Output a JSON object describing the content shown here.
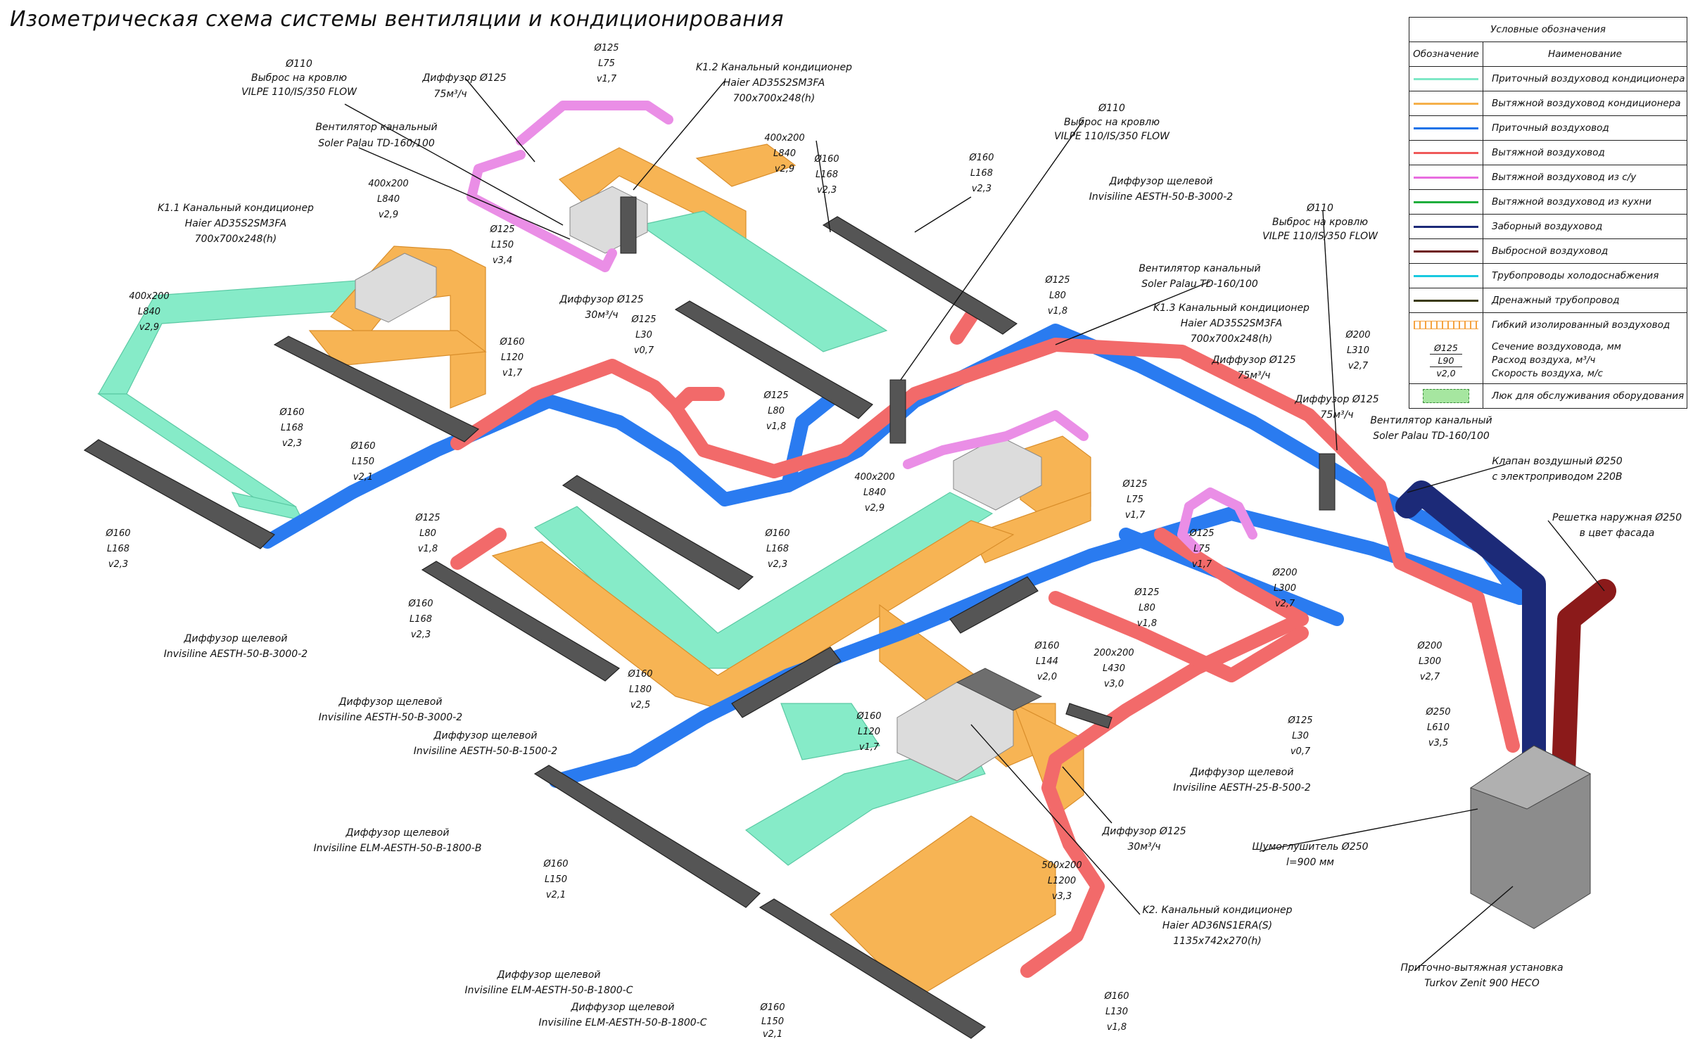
{
  "title": "Изометрическая схема системы вентиляции и кондиционирования",
  "legend": {
    "title": "Условные обозначения",
    "col_symbol": "Обозначение",
    "col_name": "Наименование",
    "rows": [
      {
        "name": "Приточный воздуховод кондиционера",
        "color": "#7ee8c6"
      },
      {
        "name": "Вытяжной воздуховод кондиционера",
        "color": "#f5b04a"
      },
      {
        "name": "Приточный воздуховод",
        "color": "#1a73e8"
      },
      {
        "name": "Вытяжной воздуховод",
        "color": "#ef5a5a"
      },
      {
        "name": "Вытяжной воздуховод из с/у",
        "color": "#e86ee0"
      },
      {
        "name": "Вытяжной воздуховод из кухни",
        "color": "#1fae3c"
      },
      {
        "name": "Заборный воздуховод",
        "color": "#1c2a78"
      },
      {
        "name": "Выбросной воздуховод",
        "color": "#6e1818"
      },
      {
        "name": "Трубопроводы холодоснабжения",
        "color": "#19c9e0"
      },
      {
        "name": "Дренажный трубопровод",
        "color": "#3a3a10"
      },
      {
        "name": "Гибкий изолированный воздуховод",
        "color": "#f5a340"
      }
    ],
    "tag_example": {
      "d": "Ø125",
      "l": "L90",
      "v": "v2,0"
    },
    "tag_lines": [
      "Сечение воздуховода, мм",
      "Расход воздуха, м³/ч",
      "Скорость воздуха, м/с"
    ],
    "hatch_name": "Люк для обслуживания оборудования",
    "hatch_color": "#a6e6a0"
  },
  "colors": {
    "supply_ac": "#86ebc8",
    "exhaust_ac": "#f7b454",
    "supply": "#2a7bf0",
    "exhaust": "#f26a6a",
    "wc": "#ea8ee6",
    "intake": "#1c2a78",
    "discharge": "#8b1a1a",
    "diffuser": "#555555",
    "unit": "#8c8c8c"
  },
  "labels": {
    "roof1": [
      "Ø110",
      "Выброс на кровлю",
      "VILPE 110/IS/350 FLOW"
    ],
    "fan1": [
      "Вентилятор канальный",
      "Soler Palau TD-160/100"
    ],
    "diff125_a": [
      "Диффузор Ø125",
      "75м³/ч"
    ],
    "tag_125_75": [
      "Ø125",
      "L75",
      "v1,7"
    ],
    "k12": [
      "K1.2 Канальный кондиционер",
      "Haier AD35S2SM3FA",
      "700x700x248(h)"
    ],
    "tag_400_840_a": [
      "400x200",
      "L840",
      "v2,9"
    ],
    "k11": [
      "K1.1 Канальный кондиционер",
      "Haier AD35S2SM3FA",
      "700x700x248(h)"
    ],
    "tag_400_840_b": [
      "400x200",
      "L840",
      "v2,9"
    ],
    "tag_400_840_c": [
      "400x200",
      "L840",
      "v2,9"
    ],
    "tag_125_150": [
      "Ø125",
      "L150",
      "v3,4"
    ],
    "diff125_b": [
      "Диффузор Ø125",
      "30м³/ч"
    ],
    "tag_125_30_a": [
      "Ø125",
      "L30",
      "v0,7"
    ],
    "tag_160_120_a": [
      "Ø160",
      "L120",
      "v1,7"
    ],
    "tag_160_168_a": [
      "Ø160",
      "L168",
      "v2,3"
    ],
    "tag_160_168_b": [
      "Ø160",
      "L168",
      "v2,3"
    ],
    "tag_160_150_a": [
      "Ø160",
      "L150",
      "v2,1"
    ],
    "tag_160_168_c": [
      "Ø160",
      "L168",
      "v2,3"
    ],
    "roof2": [
      "Ø110",
      "Выброс на кровлю",
      "VILPE 110/IS/350 FLOW"
    ],
    "slot1": [
      "Диффузор щелевой",
      "Invisiline AESTH-50-B-3000-2"
    ],
    "fan2": [
      "Вентилятор канальный",
      "Soler Palau TD-160/100"
    ],
    "tag_125_80_a": [
      "Ø125",
      "L80",
      "v1,8"
    ],
    "k13": [
      "K1.3 Канальный кондиционер",
      "Haier AD35S2SM3FA",
      "700x700x248(h)"
    ],
    "roof3": [
      "Ø110",
      "Выброс на кровлю",
      "VILPE 110/IS/350 FLOW"
    ],
    "tag_200_310": [
      "Ø200",
      "L310",
      "v2,7"
    ],
    "diff125_c": [
      "Диффузор Ø125",
      "75м³/ч"
    ],
    "diff125_d": [
      "Диффузор Ø125",
      "75м³/ч"
    ],
    "fan3": [
      "Вентилятор канальный",
      "Soler Palau TD-160/100"
    ],
    "tag_125_80_b": [
      "Ø125",
      "L80",
      "v1,8"
    ],
    "tag_125_75_b": [
      "Ø125",
      "L75",
      "v1,7"
    ],
    "tag_125_75_c": [
      "Ø125",
      "L75",
      "v1,7"
    ],
    "valve": [
      "Клапан воздушный Ø250",
      "с электроприводом 220В"
    ],
    "grille": [
      "Решетка наружная Ø250",
      "в цвет фасада"
    ],
    "tag_200_300_a": [
      "Ø200",
      "L300",
      "v2,7"
    ],
    "tag_200_300_b": [
      "Ø200",
      "L300",
      "v2,7"
    ],
    "tag_250_610": [
      "Ø250",
      "L610",
      "v3,5"
    ],
    "tag_125_80_c": [
      "Ø125",
      "L80",
      "v1,8"
    ],
    "tag_125_80_d": [
      "Ø125",
      "L80",
      "v1,8"
    ],
    "tag_160_168_d": [
      "Ø160",
      "L168",
      "v2,3"
    ],
    "tag_160_168_e": [
      "Ø160",
      "L168",
      "v2,3"
    ],
    "tag_160_144": [
      "Ø160",
      "L144",
      "v2,0"
    ],
    "tag_200_430": [
      "200x200",
      "L430",
      "v3,0"
    ],
    "tag_160_180": [
      "Ø160",
      "L180",
      "v2,5"
    ],
    "slot2": [
      "Диффузор щелевой",
      "Invisiline AESTH-50-B-3000-2"
    ],
    "slot3": [
      "Диффузор щелевой",
      "Invisiline AESTH-50-B-3000-2"
    ],
    "slot4": [
      "Диффузор щелевой",
      "Invisiline AESTH-50-B-1500-2"
    ],
    "tag_160_120_b": [
      "Ø160",
      "L120",
      "v1,7"
    ],
    "tag_125_30_b": [
      "Ø125",
      "L30",
      "v0,7"
    ],
    "slot5": [
      "Диффузор щелевой",
      "Invisiline AESTH-25-B-500-2"
    ],
    "diff125_e": [
      "Диффузор Ø125",
      "30м³/ч"
    ],
    "muffler": [
      "Шумоглушитель Ø250",
      "l=900 мм"
    ],
    "slot6": [
      "Диффузор щелевой",
      "Invisiline ELM-AESTH-50-B-1800-B"
    ],
    "tag_160_150_b": [
      "Ø160",
      "L150",
      "v2,1"
    ],
    "tag_500_1200": [
      "500x200",
      "L1200",
      "v3,3"
    ],
    "k2": [
      "K2. Канальный кондиционер",
      "Haier AD36NS1ERA(S)",
      "1135x742x270(h)"
    ],
    "slot7": [
      "Диффузор щелевой",
      "Invisiline ELM-AESTH-50-B-1800-C"
    ],
    "slot8": [
      "Диффузор щелевой",
      "Invisiline ELM-AESTH-50-B-1800-C"
    ],
    "tag_160_130": [
      "Ø160",
      "L130",
      "v1,8"
    ],
    "tag_160_150_c": [
      "Ø160",
      "L150",
      "v2,1"
    ],
    "ahu": [
      "Приточно-вытяжная установка",
      "Turkov Zenit 900 HECO"
    ]
  }
}
